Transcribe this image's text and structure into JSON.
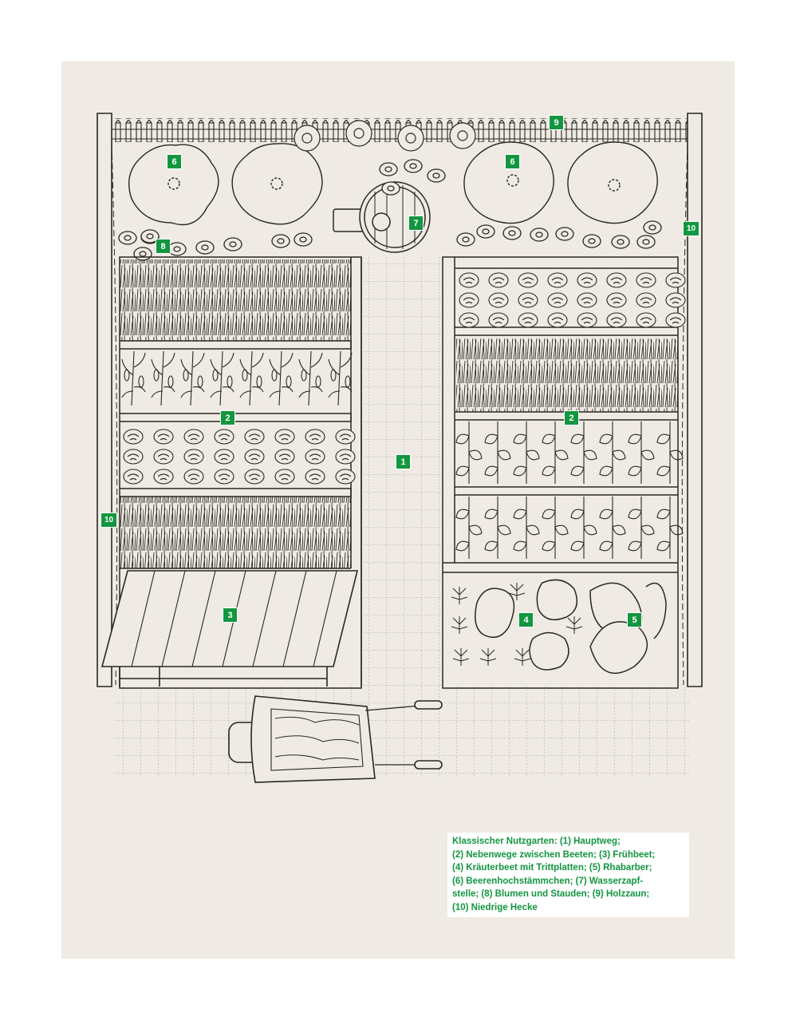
{
  "colors": {
    "accent": "#12963f",
    "paper": "#efebe4",
    "ink": "#2a2622"
  },
  "markers": [
    {
      "id": "m1",
      "label": "1"
    },
    {
      "id": "m2a",
      "label": "2"
    },
    {
      "id": "m2b",
      "label": "2"
    },
    {
      "id": "m3",
      "label": "3"
    },
    {
      "id": "m4",
      "label": "4"
    },
    {
      "id": "m5",
      "label": "5"
    },
    {
      "id": "m6a",
      "label": "6"
    },
    {
      "id": "m6b",
      "label": "6"
    },
    {
      "id": "m7",
      "label": "7"
    },
    {
      "id": "m8",
      "label": "8"
    },
    {
      "id": "m9",
      "label": "9"
    },
    {
      "id": "m10a",
      "label": "10"
    },
    {
      "id": "m10b",
      "label": "10"
    }
  ],
  "caption": {
    "lines": [
      "Klassischer Nutzgarten: (1) Hauptweg;",
      "(2) Nebenwege zwischen Beeten; (3) Frühbeet;",
      "(4) Kräuterbeet mit Trittplatten; (5) Rhabarber;",
      "(6) Beerenhochstämmchen; (7) Wasserzapf-",
      "stelle; (8) Blumen und Stauden; (9) Holzzaun;",
      "(10) Niedrige Hecke"
    ]
  }
}
